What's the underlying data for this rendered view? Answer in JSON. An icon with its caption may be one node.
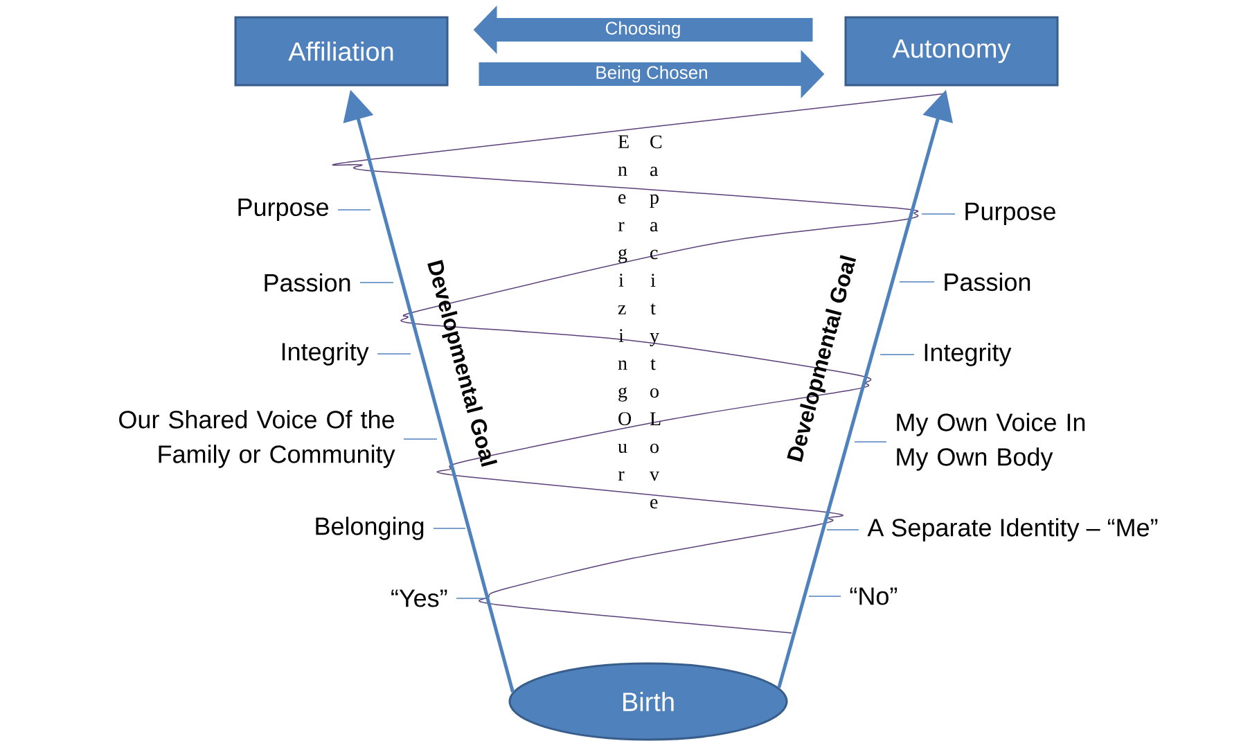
{
  "diagram": {
    "nodes": [
      {
        "text": [
          "Affiliation"
        ]
      },
      {
        "text": [
          "Autonomy"
        ]
      },
      {
        "text": [
          "Purpose"
        ]
      },
      {
        "text": [
          "Purpose"
        ]
      },
      {
        "text": [
          "Passion"
        ]
      },
      {
        "text": [
          "Passion"
        ]
      },
      {
        "text": [
          "Integrity"
        ]
      },
      {
        "text": [
          "Integrity"
        ]
      },
      {
        "text": [
          "Our Shared Voice Of the Family or Community"
        ]
      },
      {
        "text": [
          "My Own Voice In My Own Body"
        ]
      },
      {
        "text": [
          "Belonging"
        ]
      },
      {
        "text": [
          "A Separate Identity – “Me”"
        ]
      },
      {
        "text": [
          "“Yes”"
        ]
      },
      {
        "text": [
          "“No”"
        ]
      },
      {
        "text": [
          "Birth"
        ]
      }
    ],
    "edges": [
      {
        "from": 14,
        "to": 0,
        "arrow": "to",
        "label": "Developmental Goal",
        "style": "thick"
      },
      {
        "from": 14,
        "to": 1,
        "arrow": "to",
        "label": "Developmental Goal",
        "style": "thick"
      },
      {
        "from": 1,
        "to": 0,
        "arrow": "to",
        "label": "Choosing",
        "style": "thick"
      },
      {
        "from": 0,
        "to": 1,
        "arrow": "to",
        "label": "Being Chosen",
        "style": "thick"
      },
      {
        "from": 2,
        "to": null,
        "arrow": "none"
      },
      {
        "from": 3,
        "to": null,
        "arrow": "none"
      },
      {
        "from": 4,
        "to": null,
        "arrow": "none"
      },
      {
        "from": 5,
        "to": null,
        "arrow": "none"
      },
      {
        "from": 6,
        "to": null,
        "arrow": "none"
      },
      {
        "from": 7,
        "to": null,
        "arrow": "none"
      },
      {
        "from": 8,
        "to": null,
        "arrow": "none"
      },
      {
        "from": 9,
        "to": null,
        "arrow": "none"
      },
      {
        "from": 10,
        "to": null,
        "arrow": "none"
      },
      {
        "from": 11,
        "to": null,
        "arrow": "none"
      },
      {
        "from": 12,
        "to": null,
        "arrow": "none"
      },
      {
        "from": 13,
        "to": null,
        "arrow": "none"
      }
    ],
    "labels": [
      "Energizing Our",
      "Capacity to Love"
    ]
  }
}
